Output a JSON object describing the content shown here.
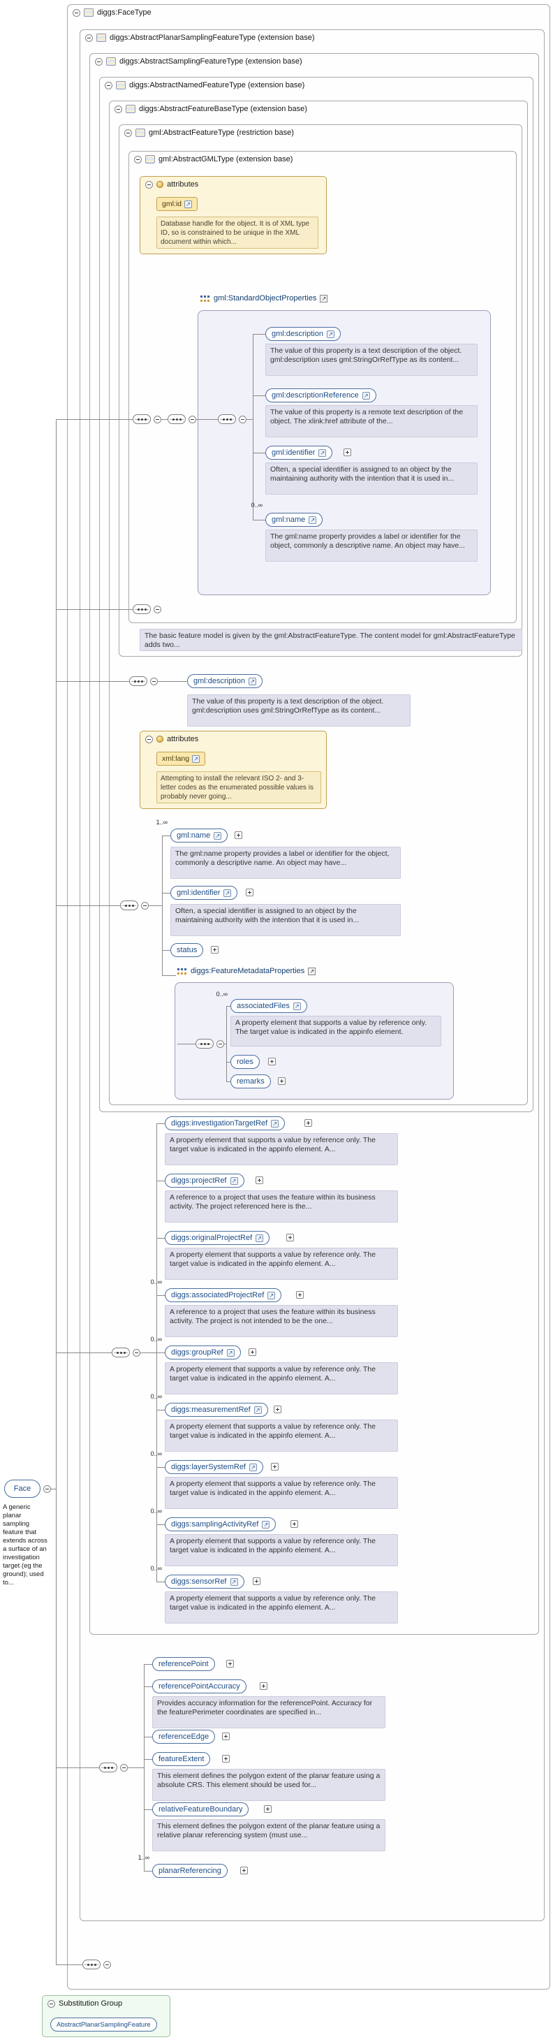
{
  "icons": {
    "goto": "↗",
    "link": "↗"
  },
  "colors": {
    "element_border": "#4a6fa0",
    "element_text": "#1c4b85",
    "doc_bg": "#e1e1ee",
    "attr_box_bg": "#fdf5da",
    "attr_item_bg": "#fbe8ad",
    "group_box_bg": "#f1f1f9",
    "substitution_bg": "#f1faf1",
    "frame_border": "#a8a8a8"
  },
  "frames": [
    {
      "label": "diggs:FaceType"
    },
    {
      "label": "diggs:AbstractPlanarSamplingFeatureType (extension base)"
    },
    {
      "label": "diggs:AbstractSamplingFeatureType (extension base)"
    },
    {
      "label": "diggs:AbstractNamedFeatureType (extension base)"
    },
    {
      "label": "diggs:AbstractFeatureBaseType (extension base)"
    },
    {
      "label": "gml:AbstractFeatureType (restriction base)"
    },
    {
      "label": "gml:AbstractGMLType (extension base)"
    }
  ],
  "attr_groups": [
    {
      "title": "attributes",
      "item": "gml:id",
      "doc": "Database handle for the object. It is of XML type ID, so is constrained to be unique in the XML document within which..."
    },
    {
      "title": "attributes",
      "item": "xml:lang",
      "doc": "Attempting to install the relevant ISO 2- and 3-letter codes as the enumerated possible values is probably never going..."
    }
  ],
  "sop": {
    "label": "gml:StandardObjectProperties",
    "items": [
      {
        "occurs": "",
        "label": "gml:description",
        "doc": "The value of this property is a text description of the object. gml:description uses gml:StringOrRefType as its content..."
      },
      {
        "occurs": "",
        "label": "gml:descriptionReference",
        "doc": "The value of this property is a remote text description of the object. The xlink:href attribute of the..."
      },
      {
        "occurs": "",
        "label": "gml:identifier",
        "doc": "Often, a special identifier is assigned to an object by the maintaining authority with the intention that it is used in..."
      },
      {
        "occurs": "0..∞",
        "label": "gml:name",
        "doc": "The gml:name property provides a label or identifier for the object, commonly a descriptive name. An object may have..."
      }
    ]
  },
  "feature_type_doc": "The basic feature model is given by the gml:AbstractFeatureType. The content model for gml:AbstractFeatureType adds two...",
  "description_element": {
    "label": "gml:description",
    "doc": "The value of this property is a text description of the object. gml:description uses gml:StringOrRefType as its content..."
  },
  "base_group": {
    "items": [
      {
        "occurs": "1..∞",
        "label": "gml:name",
        "doc": "The gml:name property provides a label or identifier for the object, commonly a descriptive name. An object may have..."
      },
      {
        "occurs": "",
        "label": "gml:identifier",
        "doc": "Often, a special identifier is assigned to an object by the maintaining authority with the intention that it is used in..."
      },
      {
        "occurs": "",
        "label": "status"
      }
    ]
  },
  "fmp": {
    "label": "diggs:FeatureMetadataProperties",
    "items": [
      {
        "occurs": "0..∞",
        "label": "associatedFiles",
        "doc": "A property element that supports a value by reference only. The target value is indicated in the appinfo element."
      },
      {
        "occurs": "",
        "label": "roles"
      },
      {
        "occurs": "",
        "label": "remarks"
      }
    ]
  },
  "refs": {
    "items": [
      {
        "occurs": "",
        "label": "diggs:investigationTargetRef",
        "doc": "A property element that supports a value by reference only. The target value is indicated in the appinfo element. A..."
      },
      {
        "occurs": "",
        "label": "diggs:projectRef",
        "doc": "A reference to a project that uses the feature within its business activity. The project referenced here is the..."
      },
      {
        "occurs": "",
        "label": "diggs:originalProjectRef",
        "doc": "A property element that supports a value by reference only. The target value is indicated in the appinfo element. A..."
      },
      {
        "occurs": "0..∞",
        "label": "diggs:associatedProjectRef",
        "doc": "A reference to a project that uses the feature within its business activity. The project is not intended to be the one..."
      },
      {
        "occurs": "0..∞",
        "label": "diggs:groupRef",
        "doc": "A property element that supports a value by reference only. The target value is indicated in the appinfo element. A..."
      },
      {
        "occurs": "0..∞",
        "label": "diggs:measurementRef",
        "doc": "A property element that supports a value by reference only. The target value is indicated in the appinfo element. A..."
      },
      {
        "occurs": "0..∞",
        "label": "diggs:layerSystemRef",
        "doc": "A property element that supports a value by reference only. The target value is indicated in the appinfo element. A..."
      },
      {
        "occurs": "0..∞",
        "label": "diggs:samplingActivityRef",
        "doc": "A property element that supports a value by reference only. The target value is indicated in the appinfo element. A..."
      },
      {
        "occurs": "0..∞",
        "label": "diggs:sensorRef",
        "doc": "A property element that supports a value by reference only. The target value is indicated in the appinfo element. A..."
      }
    ]
  },
  "face": {
    "label": "Face",
    "doc": "A generic planar sampling feature that extends across a surface of an investigation target (eg the ground); used to..."
  },
  "planar": {
    "items": [
      {
        "occurs": "",
        "label": "referencePoint"
      },
      {
        "occurs": "",
        "label": "referencePointAccuracy",
        "doc": "Provides accuracy information for the referencePoint. Accuracy for the featurePerimeter coordinates are specified in..."
      },
      {
        "occurs": "",
        "label": "referenceEdge"
      },
      {
        "occurs": "",
        "label": "featureExtent",
        "doc": "This element defines the polygon extent of the planar feature using a absolute CRS. This element should be used for..."
      },
      {
        "occurs": "",
        "label": "relativeFeatureBoundary",
        "doc": "This element defines the polygon extent of the planar feature using a relative planar referencing system (must use..."
      },
      {
        "occurs": "1..∞",
        "label": "planarReferencing"
      }
    ]
  },
  "substitution": {
    "title": "Substitution Group",
    "member": "AbstractPlanarSamplingFeature"
  }
}
